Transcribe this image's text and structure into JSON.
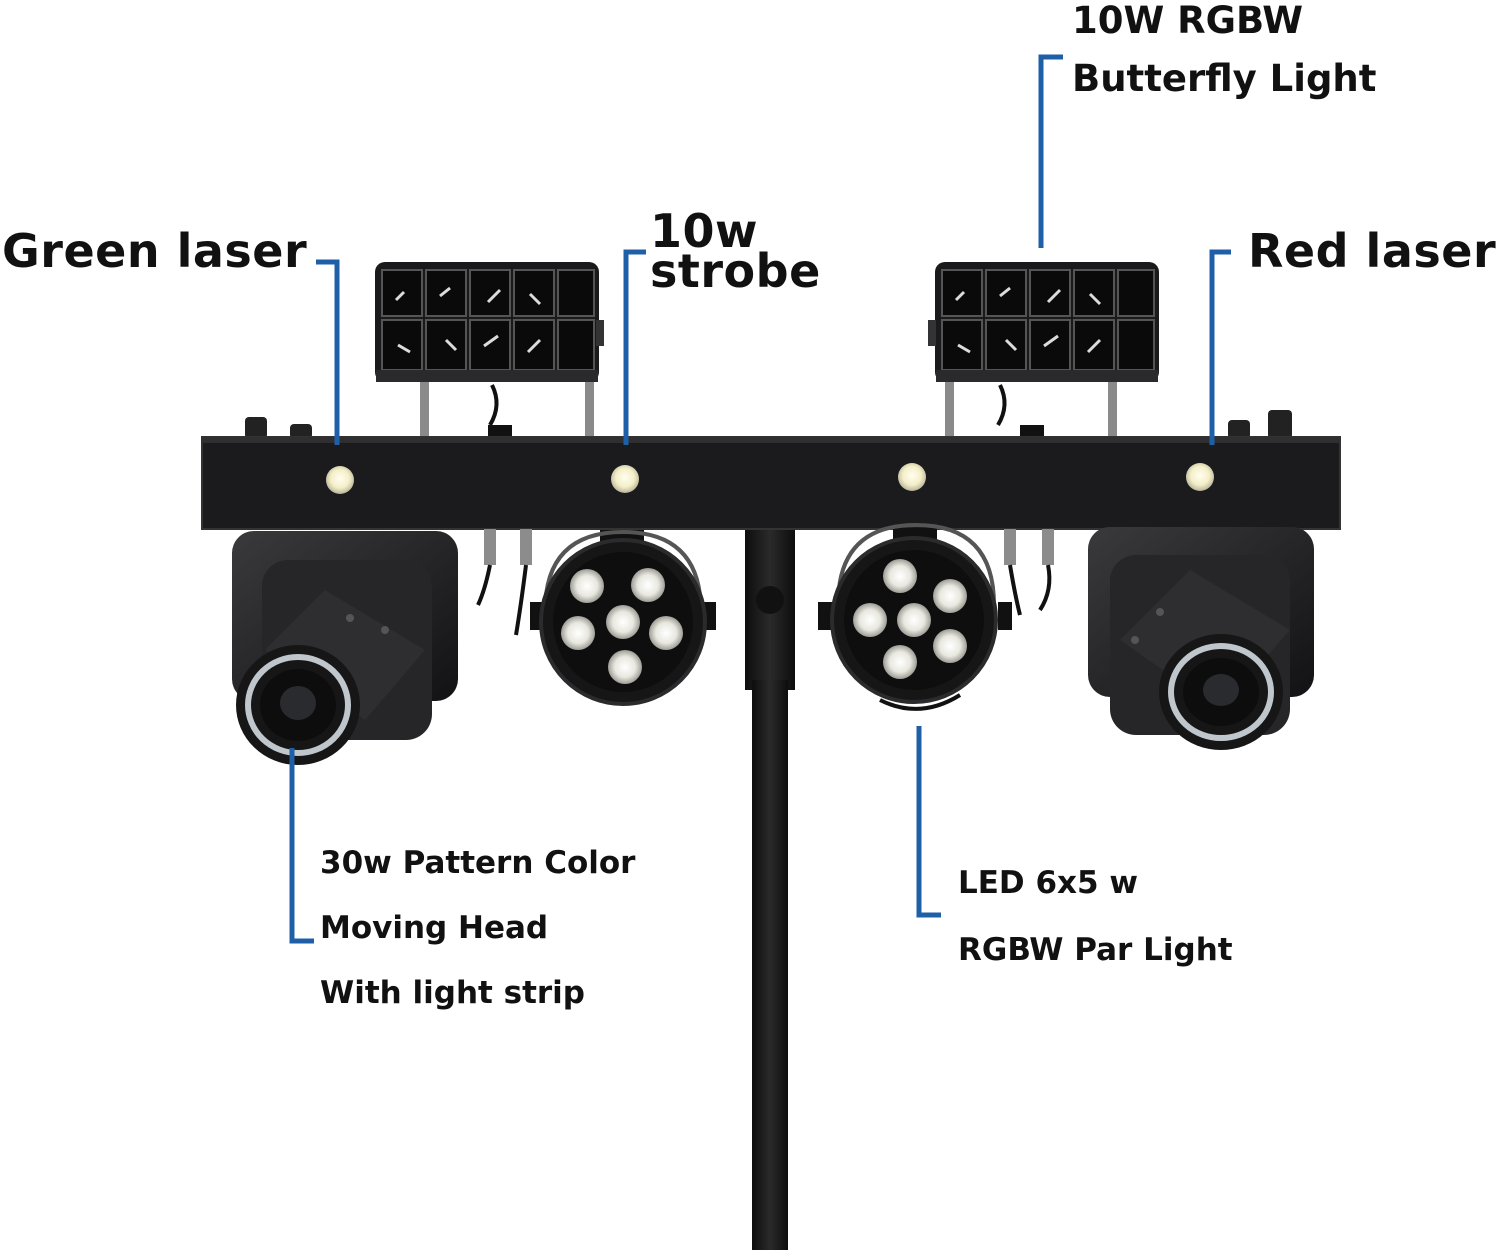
{
  "labels": {
    "green_laser": "Green laser",
    "strobe_line1": "10w",
    "strobe_line2": "strobe",
    "butterfly_line1": "10W RGBW",
    "butterfly_line2": "Butterfly Light",
    "red_laser": "Red laser",
    "moving_head_line1": "30w Pattern Color",
    "moving_head_line2": "Moving Head",
    "moving_head_line3": "With light strip",
    "par_line1": "LED 6x5 w",
    "par_line2": "RGBW Par Light"
  },
  "colors": {
    "callout_line": "#1f5fa8",
    "fixture_body": "#1c1c1e",
    "background": "#ffffff"
  }
}
